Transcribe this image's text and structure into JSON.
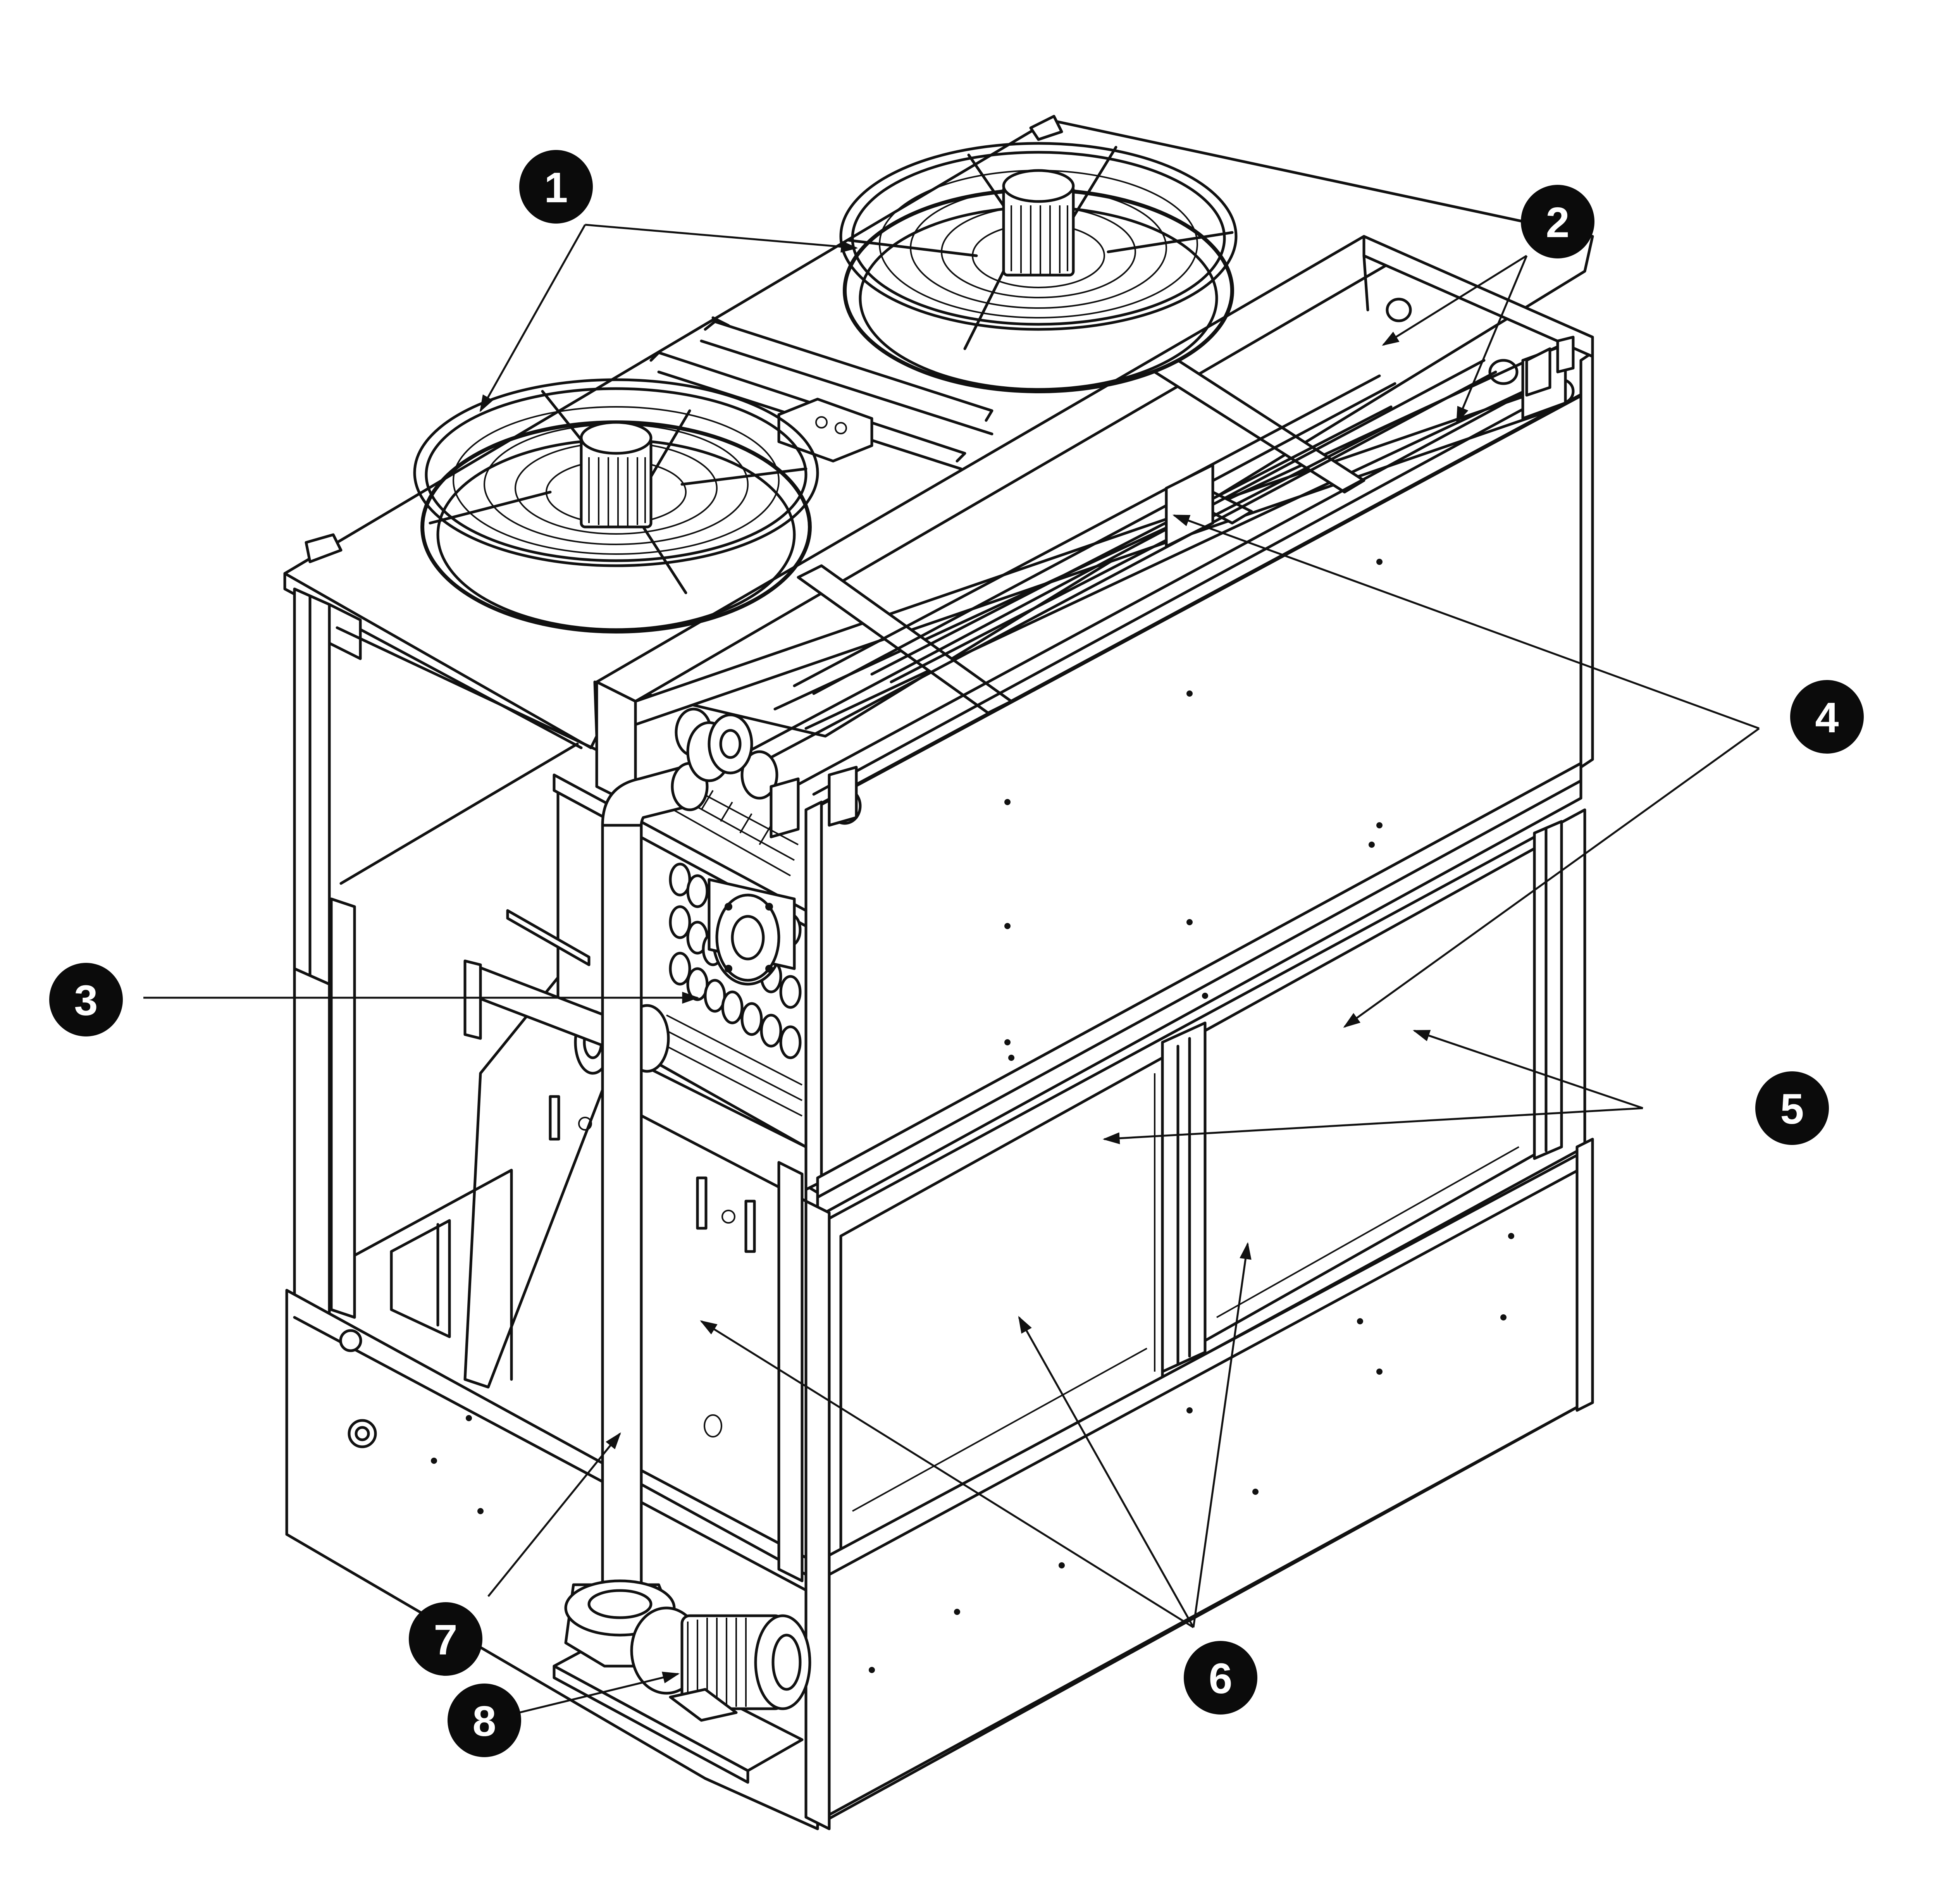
{
  "diagram": {
    "callouts": [
      {
        "id": "1",
        "label": "1"
      },
      {
        "id": "2",
        "label": "2"
      },
      {
        "id": "3",
        "label": "3"
      },
      {
        "id": "4",
        "label": "4"
      },
      {
        "id": "5",
        "label": "5"
      },
      {
        "id": "6",
        "label": "6"
      },
      {
        "id": "7",
        "label": "7"
      },
      {
        "id": "8",
        "label": "8"
      }
    ],
    "colors": {
      "line": "#111111",
      "callout_fill": "#0b0b0b",
      "callout_text": "#ffffff",
      "background": "#ffffff"
    }
  }
}
